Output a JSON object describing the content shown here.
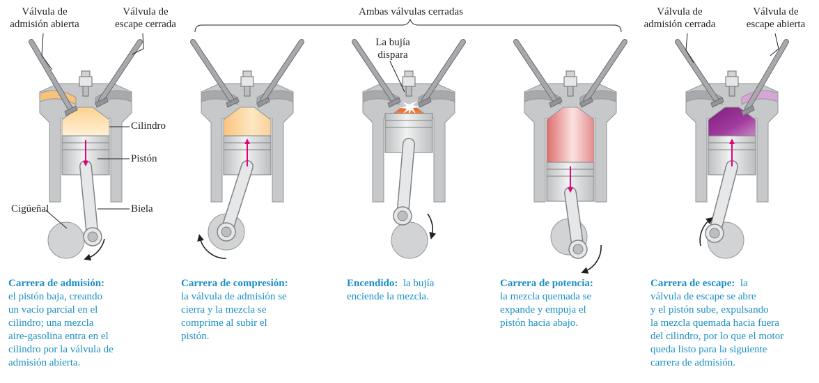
{
  "labels": {
    "intake_valve_open": [
      "Válvula de",
      "admisión abierta"
    ],
    "exhaust_valve_closed": [
      "Válvula de",
      "escape cerrada"
    ],
    "both_closed": "Ambas válvulas cerradas",
    "spark_fires": [
      "La bujía",
      "dispara"
    ],
    "intake_valve_closed": [
      "Válvula de",
      "admisión cerrada"
    ],
    "exhaust_valve_open": [
      "Válvula de",
      "escape abierta"
    ],
    "cylinder": "Cilindro",
    "piston": "Pistón",
    "crankshaft": "Cigüeñal",
    "connecting_rod": "Biela"
  },
  "captions": [
    {
      "title": "Carrera de admisión:",
      "lines": [
        "el pistón baja, creando",
        "un vacío parcial en el",
        "cilindro; una mezcla",
        "aire-gasolina entra en el",
        "cilindro por la válvula de",
        "admisión abierta."
      ]
    },
    {
      "title": "Carrera de compresión:",
      "lines": [
        "la válvula de admisión se",
        "cierra y la mezcla se",
        "comprime al subir el",
        "pistón."
      ]
    },
    {
      "title": "Encendido:",
      "first": "la bujía",
      "lines": [
        "enciende la mezcla."
      ]
    },
    {
      "title": "Carrera de potencia:",
      "lines": [
        "la mezcla quemada se",
        "expande y empuja el",
        "pistón hacia abajo."
      ]
    },
    {
      "title": "Carrera de escape:",
      "first": "la",
      "lines": [
        "válvula de escape se abre",
        "y el pistón sube, expulsando",
        "la mezcla quemada hacia fuera",
        "del cilindro, por lo que el motor",
        "queda listo para la siguiente",
        "carrera de admisión."
      ]
    }
  ],
  "colors": {
    "caption": "#1c8fc4",
    "arrow": "#e6007e",
    "block": "#c6c8ca",
    "valve": "#a7a9ac",
    "intake_mix": "#fde3b5",
    "compress_mix": "#fcd9a6",
    "ignition": "#f7941d",
    "burned": "#e88b8b",
    "exhaust": "#92278f"
  }
}
